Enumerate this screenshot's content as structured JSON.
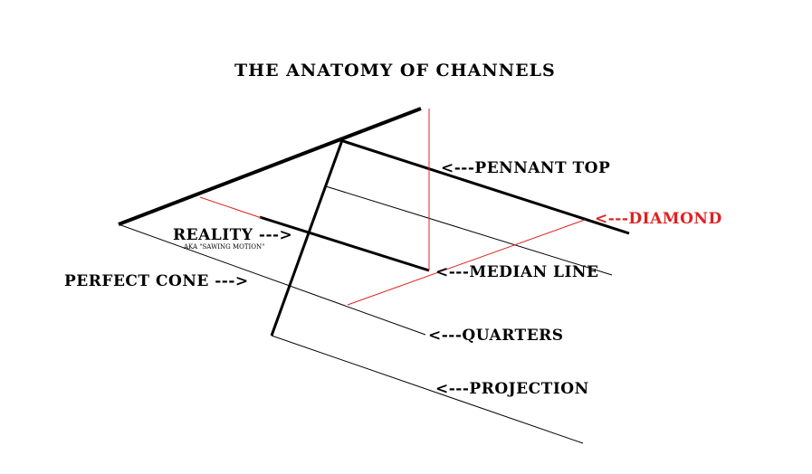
{
  "title": "THE  ANATOMY  OF  CHANNELS",
  "labels": {
    "pennant_top": "<---PENNANT  TOP",
    "diamond": "<---DIAMOND",
    "median_line": "<---MEDIAN  LINE",
    "quarters": "<---QUARTERS",
    "projection": "<---PROJECTION",
    "reality": "REALITY  --->",
    "reality_sub": "AKA \"SAWING MOTION\"",
    "perfect_cone": "PERFECT  CONE  --->"
  },
  "colors": {
    "ink": "#000000",
    "accent": "#e02020",
    "background": "#ffffff"
  }
}
